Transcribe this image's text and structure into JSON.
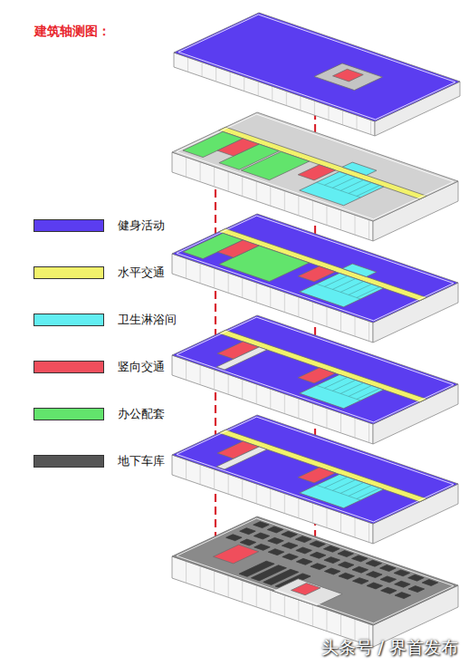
{
  "diagram": {
    "title": "建筑轴测图：",
    "labels": [
      "头条号 / 界首发布"
    ],
    "legend": [
      {
        "text": "健身活动",
        "color": "#5b3df0"
      },
      {
        "text": "水平交通",
        "color": "#f2f26b"
      },
      {
        "text": "卫生淋浴间",
        "color": "#62eef2"
      },
      {
        "text": "竖向交通",
        "color": "#f04e5c"
      },
      {
        "text": "办公配套",
        "color": "#62e46c"
      },
      {
        "text": "地下车库",
        "color": "#555555"
      }
    ]
  }
}
